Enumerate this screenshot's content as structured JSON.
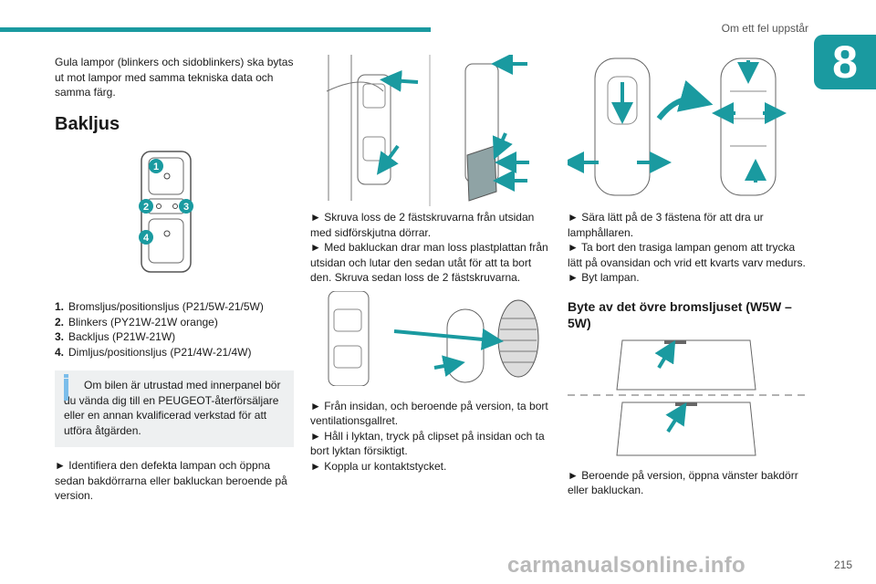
{
  "header": {
    "section_title": "Om ett fel uppstår",
    "chapter": "8"
  },
  "col1": {
    "intro": "Gula lampor (blinkers och sidoblinkers) ska bytas ut mot lampor med samma tekniska data och samma färg.",
    "heading": "Bakljus",
    "figure_labels": [
      "1",
      "2",
      "3",
      "4"
    ],
    "items": [
      {
        "num": "1.",
        "text": "Bromsljus/positionsljus (P21/5W-21/5W)"
      },
      {
        "num": "2.",
        "text": "Blinkers (PY21W-21W orange)"
      },
      {
        "num": "3.",
        "text": "Backljus (P21W-21W)"
      },
      {
        "num": "4.",
        "text": "Dimljus/positionsljus (P21/4W-21/4W)"
      }
    ],
    "note": "Om bilen är utrustad med innerpanel bör du vända dig till en PEUGEOT-återförsäljare eller en annan kvalificerad verkstad för att utföra åtgärden.",
    "step": "► Identifiera den defekta lampan och öppna sedan bakdörrarna eller bakluckan beroende på version."
  },
  "col2": {
    "step_a": "► Skruva loss de 2 fästskruvarna från utsidan med sidförskjutna dörrar.",
    "step_b": "► Med bakluckan drar man loss plastplattan från utsidan och lutar den sedan utåt för att ta bort den. Skruva sedan loss de 2 fästskruvarna.",
    "step_c": "► Från insidan, och beroende på version, ta bort ventilationsgallret.",
    "step_d": "► Håll i lyktan, tryck på clipset på insidan och ta bort lyktan försiktigt.",
    "step_e": "► Koppla ur kontaktstycket."
  },
  "col3": {
    "step_a": "► Sära lätt på de 3 fästena för att dra ur lamphållaren.",
    "step_b": "► Ta bort den trasiga lampan genom att trycka lätt på ovansidan och vrid ett kvarts varv medurs.",
    "step_c": "► Byt lampan.",
    "heading": "Byte av det övre bromsljuset (W5W – 5W)",
    "step_d": "► Beroende på version, öppna vänster bakdörr eller bakluckan."
  },
  "footer": {
    "page_number": "215",
    "watermark": "carmanualsonline.info"
  },
  "colors": {
    "accent": "#1a9aa0",
    "note_bg": "#eef0f1",
    "info_icon": "#7bbdea"
  }
}
